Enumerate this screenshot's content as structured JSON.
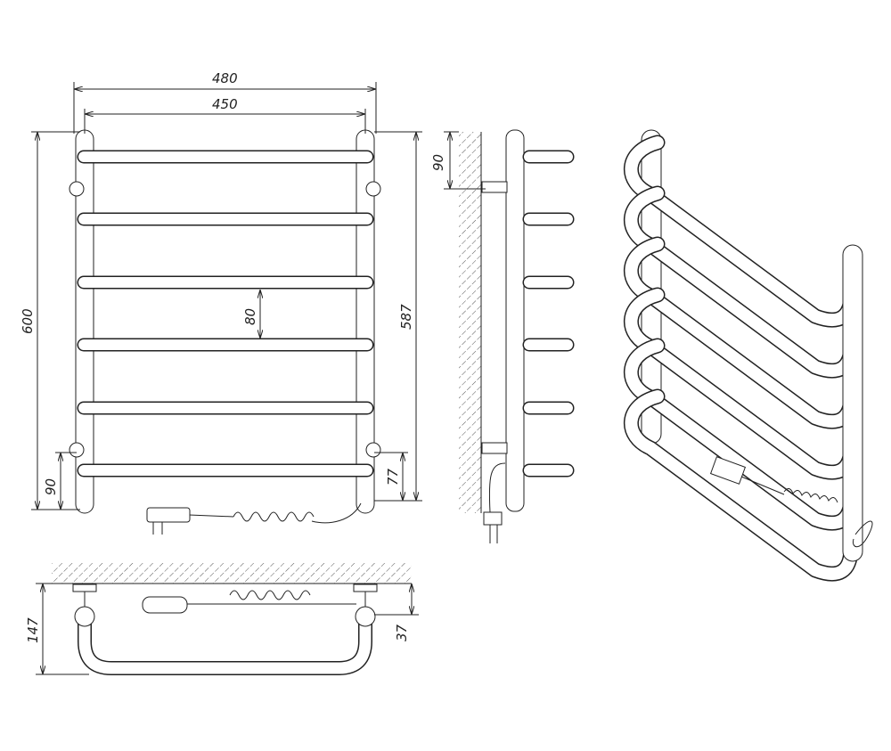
{
  "drawing": {
    "front_view": {
      "overall_width": "480",
      "axis_width": "450",
      "overall_height": "600",
      "bar_spacing": "80",
      "axis_height": "587",
      "bottom_bracket_offset": "90",
      "cable_offset": "77"
    },
    "side_view": {
      "top_bracket_offset": "90"
    },
    "top_view": {
      "depth": "147",
      "bracket_depth": "37"
    },
    "colors": {
      "line": "#222222",
      "background": "#ffffff"
    }
  }
}
